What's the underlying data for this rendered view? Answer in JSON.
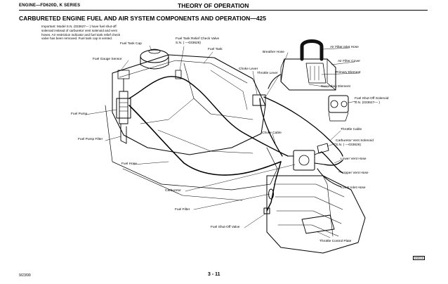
{
  "header": {
    "left": "ENGINE—FD620D, K SERIES",
    "center": "THEORY OF OPERATION"
  },
  "section_title": "CARBURETED ENGINE FUEL AND AIR SYSTEM COMPONENTS AND OPERATION—425",
  "note": "Important: Model S.N. (033627— ) have fuel shut-off solenoid instead of carburetor vent solenoid and vent hoses. Air restriction indicator and fuel tank relief check valve has been removed. Fuel tank cap is vented.",
  "labels": {
    "fuel_tank_cap": "Fuel Tank Cap",
    "relief_valve_line1": "Fuel Tank Relief Check Valve",
    "relief_valve_line2": "S.N. ( —033626)",
    "fuel_tank": "Fuel Tank",
    "air_filter_inlet_hose": "Air Filter Inlet Hose",
    "breather_hose": "Breather Hose",
    "air_filter_cover": "Air Filter Cover",
    "fuel_gauge_sensor": "Fuel Gauge Sensor",
    "choke_lever": "Choke Lever",
    "throttle_lever": "Throttle Lever",
    "primary_element": "Primary Element",
    "secondary_element": "Secondary Element",
    "fuel_shutoff_solenoid_line1": "Fuel Shut-Off Solenoid",
    "fuel_shutoff_solenoid_line2": "S.N. (033627— )",
    "fuel_pump": "Fuel Pump",
    "choke_cable": "Choke Cable",
    "throttle_cable": "Throttle Cable",
    "fuel_pump_filter": "Fuel Pump Filter",
    "carb_vent_solenoid_line1": "Carburetor Vent Solenoid",
    "carb_vent_solenoid_line2": "S.N. ( —033626)",
    "fuel_hose": "Fuel Hose",
    "lower_vent_hose": "Lower Vent Hose",
    "upper_vent_hose": "Upper Vent Hose",
    "vent_inlet_hose": "Vent Inlet Hose",
    "carburetor": "Carburetor",
    "fuel_filter": "Fuel Filter",
    "fuel_shutoff_valve": "Fuel Shut-Off Valve",
    "throttle_control_plate": "Throttle Control Plate"
  },
  "figure_id": "M48318",
  "footer": {
    "date": "9/23/99",
    "page": "3 - 11"
  }
}
